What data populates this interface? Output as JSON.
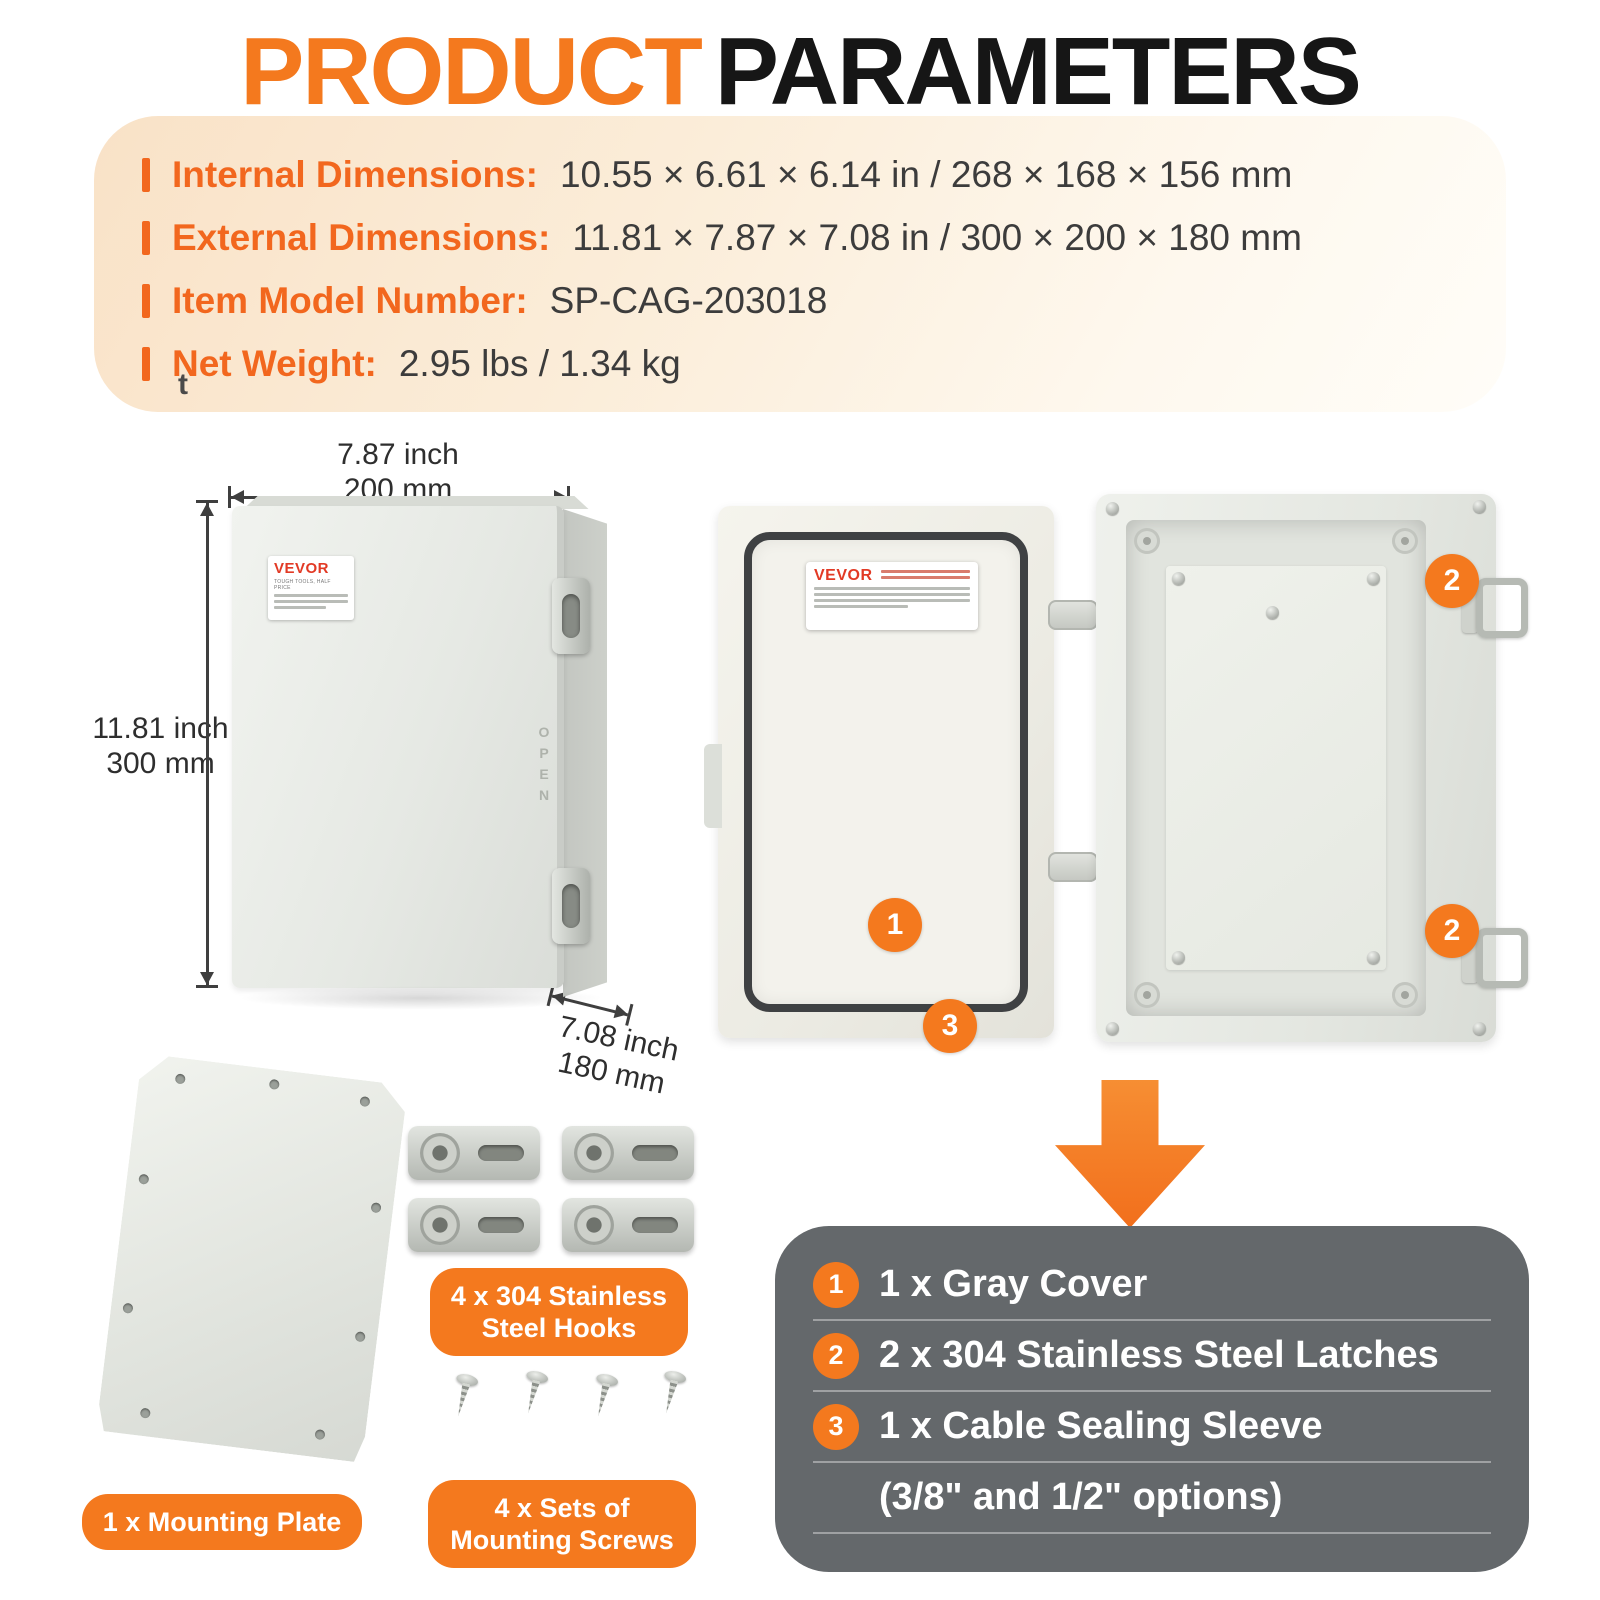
{
  "title": {
    "word1": "PRODUCT",
    "word2": "PARAMETERS"
  },
  "specs": [
    {
      "label": "Internal Dimensions:",
      "value": "10.55 × 6.61 × 6.14 in / 268 × 168 × 156 mm"
    },
    {
      "label": "External Dimensions:",
      "value": "11.81 × 7.87 × 7.08 in / 300 × 200 × 180 mm"
    },
    {
      "label": "Item Model Number:",
      "value": "SP-CAG-203018"
    },
    {
      "label": "Net Weight:",
      "value": "2.95 lbs / 1.34 kg"
    }
  ],
  "stray_text": "t",
  "dims": {
    "width": {
      "line1": "7.87 inch",
      "line2": "200 mm"
    },
    "height": {
      "line1": "11.81 inch",
      "line2": "300 mm"
    },
    "depth": {
      "line1": "7.08 inch",
      "line2": "180 mm"
    }
  },
  "brand": {
    "name": "VEVOR",
    "tagline": "TOUGH TOOLS, HALF PRICE"
  },
  "open_label": "OPEN",
  "callouts": {
    "one": "1",
    "two": "2",
    "three": "3"
  },
  "badges": {
    "plate": "1 x Mounting Plate",
    "hooks": "4 x 304 Stainless Steel Hooks",
    "screws": "4 x Sets of Mounting Screws"
  },
  "included": {
    "items": [
      {
        "num": "1",
        "text": "1 x Gray Cover"
      },
      {
        "num": "2",
        "text": "2 x 304 Stainless Steel Latches"
      },
      {
        "num": "3",
        "text": "1 x Cable Sealing Sleeve"
      }
    ],
    "note": "(3/8\" and 1/2\" options)"
  },
  "colors": {
    "accent": "#F4791E",
    "spec_label": "#F2671E",
    "panel_dark": "#64686B",
    "panel_cream": "#F9E2C7"
  }
}
